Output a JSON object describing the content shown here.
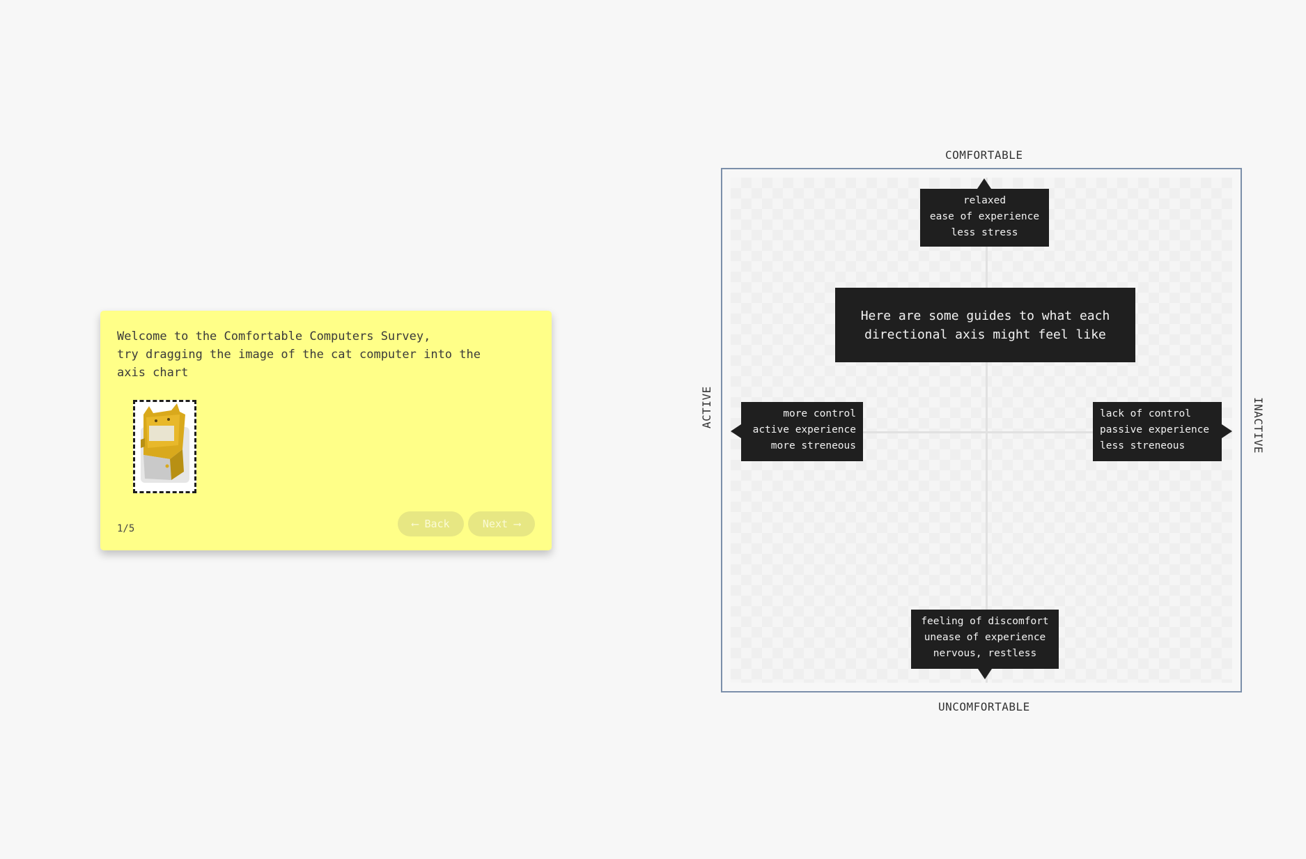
{
  "survey": {
    "intro_text": "Welcome to the Comfortable Computers Survey,\ntry dragging the image of the cat computer into the\naxis chart",
    "draggable_image": "cat-computer-image",
    "progress": "1/5",
    "back_label": "⟵ Back",
    "next_label": "Next ⟶",
    "card_color": "#ffff88"
  },
  "chart": {
    "axis_top": "COMFORTABLE",
    "axis_bottom": "UNCOMFORTABLE",
    "axis_left": "ACTIVE",
    "axis_right": "INACTIVE",
    "guide_text": "Here are some guides to what each\ndirectional axis might feel like",
    "tip_top": "relaxed\nease of experience\nless stress",
    "tip_bottom": "feeling of discomfort\nunease of experience\nnervous, restless",
    "tip_left": "more control\nactive experience\nmore streneous",
    "tip_right": "lack of control\npassive experience\nless streneous",
    "border_color": "#7b8faa"
  }
}
